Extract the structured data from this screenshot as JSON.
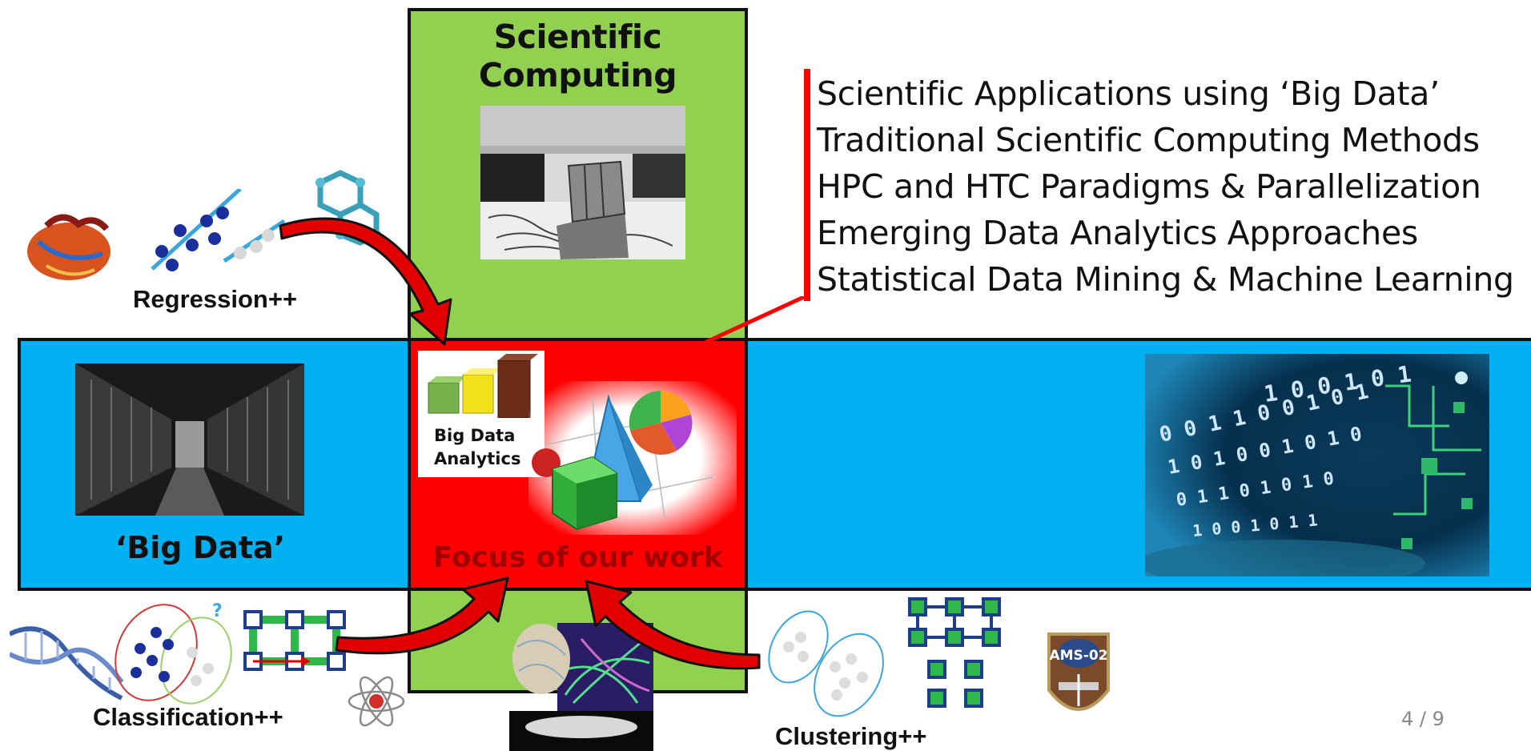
{
  "column": {
    "title": "Scientific Computing"
  },
  "bullets": [
    "Scientific Applications using ‘Big Data’",
    "Traditional Scientific Computing Methods",
    "HPC and HTC Paradigms & Parallelization",
    "Emerging Data Analytics Approaches",
    "Statistical Data Mining & Machine Learning"
  ],
  "band": {
    "label": "‘Big Data’"
  },
  "focus": {
    "label": "Focus of our work",
    "card_line1": "Big Data",
    "card_line2": "Analytics"
  },
  "methods": {
    "regression": "Regression++",
    "classification": "Classification++",
    "clustering": "Clustering++"
  },
  "badge": {
    "text": "AMS-02"
  },
  "page": {
    "number": "4 / 9"
  },
  "colors": {
    "column": "#92d050",
    "band": "#00b0f0",
    "focus": "#ff0000",
    "arrow": "#e00000"
  }
}
